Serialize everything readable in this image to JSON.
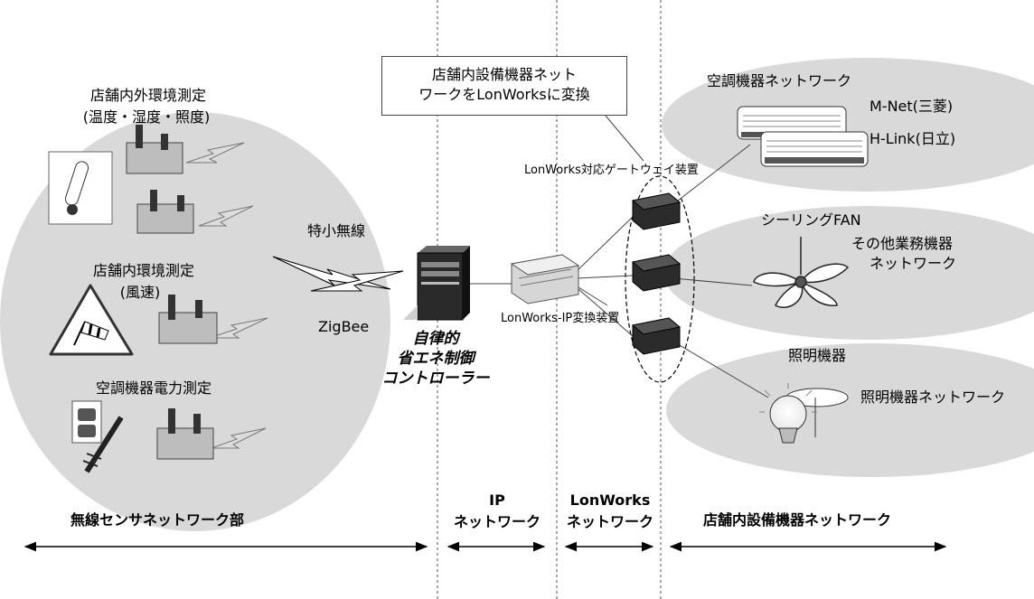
{
  "callout": {
    "line1": "店舗内設備機器ネット",
    "line2": "ワークをLonWorksに変換"
  },
  "left_group": {
    "env_measure": {
      "title": "店舗内外環境測定",
      "subtitle": "(温度・湿度・照度)"
    },
    "wind_measure": {
      "title": "店舗内環境測定",
      "subtitle": "(風速)"
    },
    "power_measure": {
      "title": "空調機器電力測定"
    }
  },
  "wireless": {
    "tokushou_label": "特小無線",
    "zigbee_label": "ZigBee"
  },
  "controller": {
    "line1": "自律的",
    "line2": "省エネ制御",
    "line3": "コントローラー"
  },
  "lonworks_ip_label": "LonWorks-IP変換装置",
  "gateway_label": "LonWorks対応ゲートウェイ装置",
  "right_group": {
    "aircon": {
      "title": "空調機器ネットワーク",
      "mnet": "M-Net(三菱)",
      "hlink": "H-Link(日立)"
    },
    "fan": {
      "title": "シーリングFAN",
      "other_line1": "その他業務機器",
      "other_line2": "ネットワーク"
    },
    "lighting": {
      "title": "照明機器",
      "network": "照明機器ネットワーク"
    }
  },
  "sections": {
    "wireless_sensor": "無線センサネットワーク部",
    "ip_line1": "IP",
    "ip_line2": "ネットワーク",
    "lon_line1": "LonWorks",
    "lon_line2": "ネットワーク",
    "store_equipment": "店舗内設備機器ネットワーク"
  },
  "colors": {
    "ellipse_fill": "#d9d9d9",
    "device_box": "#2b2b2b",
    "arrow": "#000000"
  }
}
